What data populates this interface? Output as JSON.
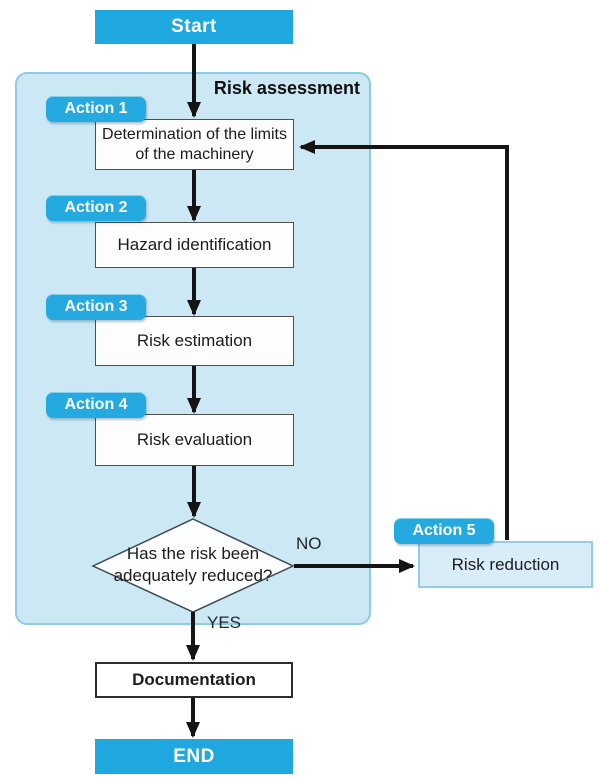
{
  "palette": {
    "accent_cyan": "#1fa8e0",
    "panel_fill": "#cbe8f4",
    "panel_border": "#8fcbe5",
    "reduction_fill": "#d9edf9",
    "reduction_border": "#8fcde9",
    "arrow_color": "#141414",
    "box_fill": "#fdfdfd",
    "text_color": "#1c1c1c"
  },
  "start": {
    "label": "Start"
  },
  "panel": {
    "title": "Risk assessment"
  },
  "steps": [
    {
      "badge": "Action 1",
      "label": "Determination of the limits of the machinery"
    },
    {
      "badge": "Action 2",
      "label": "Hazard identification"
    },
    {
      "badge": "Action 3",
      "label": "Risk estimation"
    },
    {
      "badge": "Action 4",
      "label": "Risk evaluation"
    }
  ],
  "decision": {
    "label": "Has the risk been adequately reduced?"
  },
  "edges": {
    "no": "NO",
    "yes": "YES"
  },
  "reduction": {
    "badge": "Action 5",
    "label": "Risk reduction"
  },
  "documentation": {
    "label": "Documentation"
  },
  "end": {
    "label": "END"
  }
}
